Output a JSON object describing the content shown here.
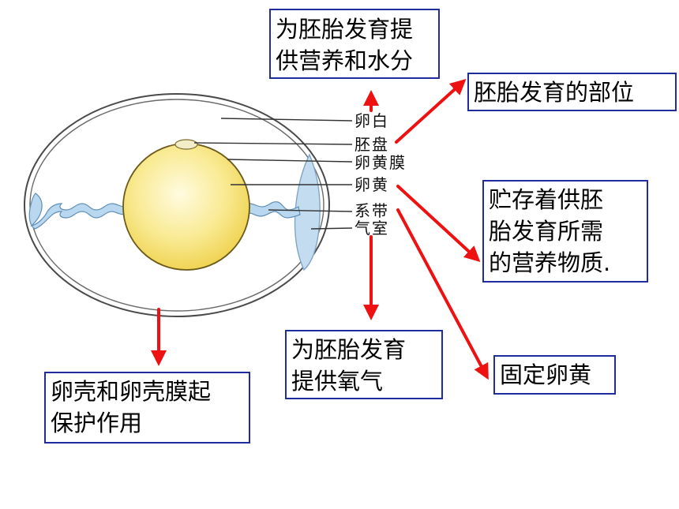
{
  "parts": {
    "albumen": "卵白",
    "germinal_disc": "胚盘",
    "yolk_membrane": "卵黄膜",
    "yolk": "卵黄",
    "chalaza": "系带",
    "air_cell": "气室"
  },
  "callouts": {
    "albumen_function": [
      "为胚胎发育提",
      "供营养和水分"
    ],
    "germinal_disc_function": [
      "胚胎发育的部位"
    ],
    "yolk_function": [
      "贮存着供胚",
      "胎发育所需",
      "的营养物质."
    ],
    "air_cell_function": [
      "为胚胎发育",
      "提供氧气"
    ],
    "chalaza_function": [
      "固定卵黄"
    ],
    "shell_function": [
      "卵壳和卵壳膜起",
      "保护作用"
    ]
  },
  "colors": {
    "arrow": "#ee1111",
    "box_border": "#1f2d9c",
    "yolk_fill": "#f5df6a",
    "air_cell_fill": "#c4dcf0",
    "shell_outline": "#4a4a4a"
  }
}
